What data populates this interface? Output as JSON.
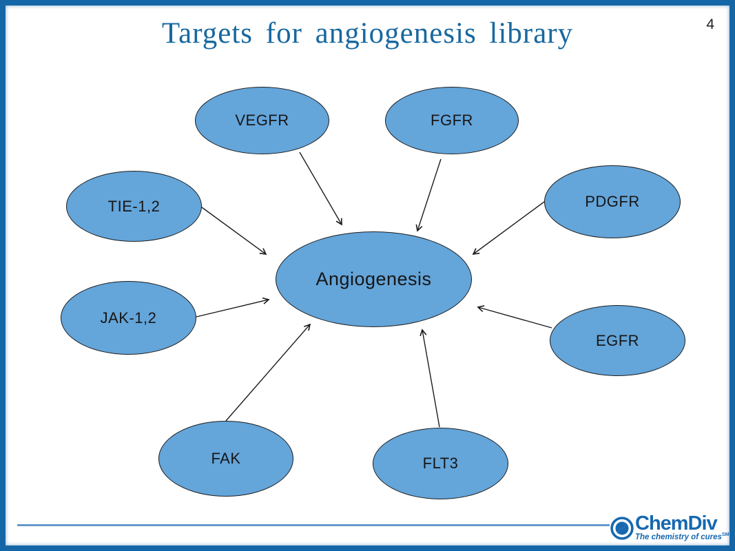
{
  "slide": {
    "title": "Targets for angiogenesis library",
    "page_number": "4"
  },
  "colors": {
    "border_blue": "#1566a7",
    "title_blue": "#17689f",
    "node_fill": "#64a5da",
    "node_stroke": "#1c1c1c",
    "brand_blue": "#1768b0",
    "footer_line_blue": "#6699cc"
  },
  "diagram": {
    "type": "hub-and-spoke",
    "center": {
      "label": "Angiogenesis"
    },
    "nodes": [
      {
        "id": "vegfr",
        "label": "VEGFR"
      },
      {
        "id": "fgfr",
        "label": "FGFR"
      },
      {
        "id": "tie",
        "label": "TIE-1,2"
      },
      {
        "id": "pdgfr",
        "label": "PDGFR"
      },
      {
        "id": "jak",
        "label": "JAK-1,2"
      },
      {
        "id": "egfr",
        "label": "EGFR"
      },
      {
        "id": "fak",
        "label": "FAK"
      },
      {
        "id": "flt3",
        "label": "FLT3"
      }
    ],
    "arrow_direction": "from each target node to Angiogenesis"
  },
  "footer": {
    "logo_icon": "chemdiv-swirl-icon",
    "logo_text": "ChemDiv",
    "tagline": "The chemistry of cures",
    "tagline_superscript": "SM"
  }
}
